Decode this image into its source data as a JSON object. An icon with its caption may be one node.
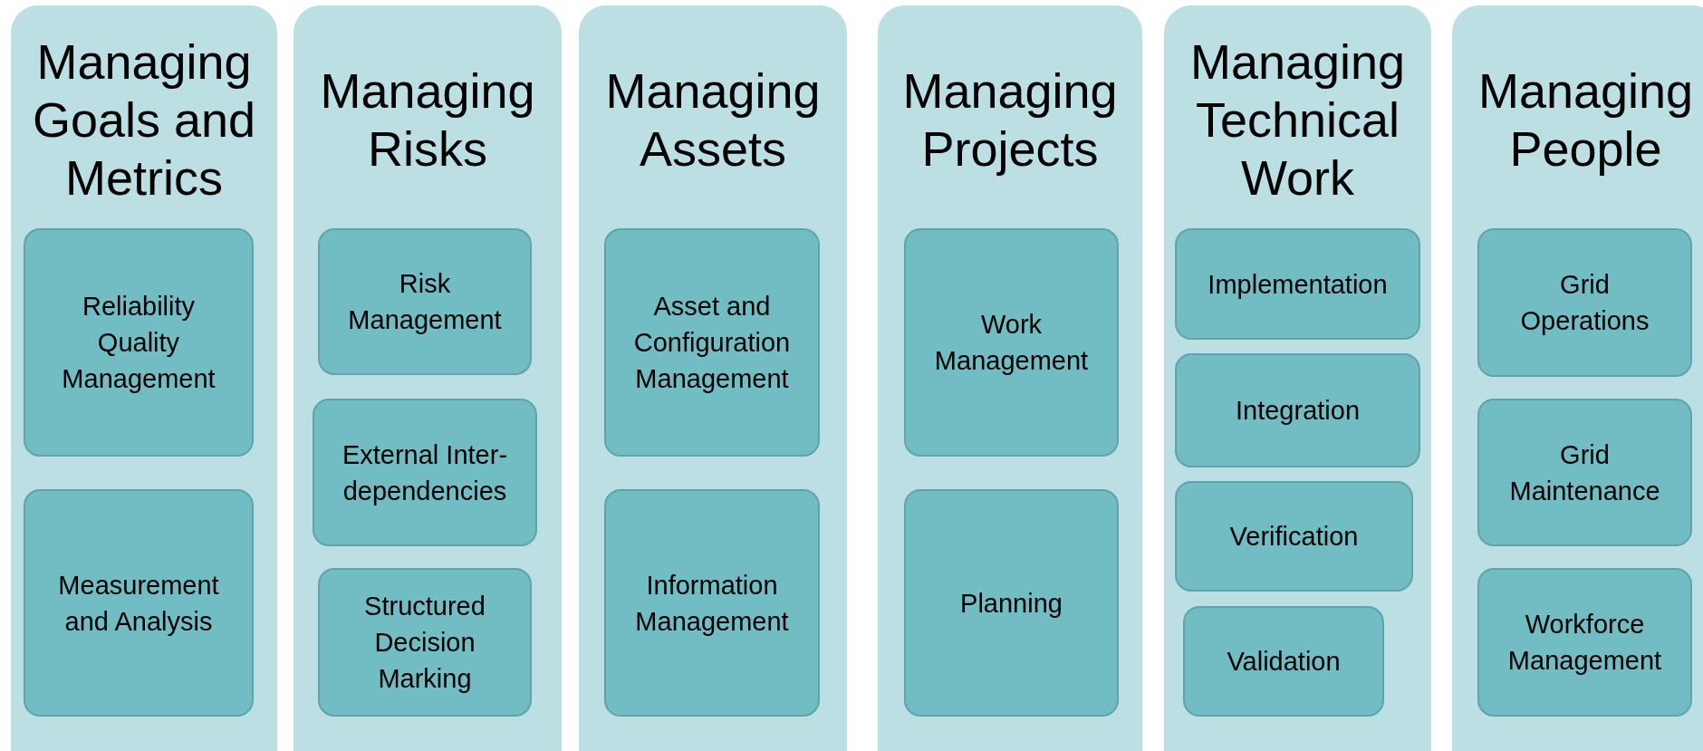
{
  "diagram": {
    "nodes": [
      {
        "text": [
          "Managing Goals and Metrics"
        ]
      },
      {
        "text": [
          "Reliability Quality Management"
        ],
        "in": 0
      },
      {
        "text": [
          "Measurement and Analysis"
        ],
        "in": 0
      },
      {
        "text": [
          "Managing Risks"
        ]
      },
      {
        "text": [
          "Risk Management"
        ],
        "in": 3
      },
      {
        "text": [
          "External Inter-dependencies"
        ],
        "in": 3
      },
      {
        "text": [
          "Structured Decision Marking"
        ],
        "in": 3
      },
      {
        "text": [
          "Managing Assets"
        ]
      },
      {
        "text": [
          "Asset and Configuration Management"
        ],
        "in": 7
      },
      {
        "text": [
          "Information Management"
        ],
        "in": 7
      },
      {
        "text": [
          "Managing Projects"
        ]
      },
      {
        "text": [
          "Work Management"
        ],
        "in": 10
      },
      {
        "text": [
          "Planning"
        ],
        "in": 10
      },
      {
        "text": [
          "Managing Technical Work"
        ]
      },
      {
        "text": [
          "Implementation"
        ],
        "in": 13
      },
      {
        "text": [
          "Integration"
        ],
        "in": 13
      },
      {
        "text": [
          "Verification"
        ],
        "in": 13
      },
      {
        "text": [
          "Validation"
        ],
        "in": 13
      },
      {
        "text": [
          "Managing People"
        ]
      },
      {
        "text": [
          "Grid Operations"
        ],
        "in": 18
      },
      {
        "text": [
          "Grid Maintenance"
        ],
        "in": 18
      },
      {
        "text": [
          "Workforce Management"
        ],
        "in": 18
      }
    ]
  }
}
